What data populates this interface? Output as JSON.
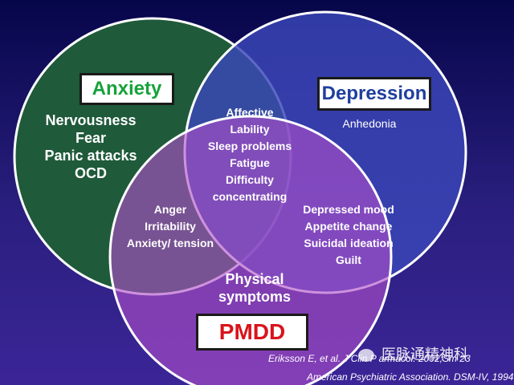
{
  "sets": {
    "anxiety": {
      "title": "Anxiety",
      "title_color": "#16a23a",
      "fill": "#1f5a3a",
      "items": [
        "Nervousness",
        "Fear",
        "Panic attacks",
        "OCD"
      ]
    },
    "depression": {
      "title": "Depression",
      "title_color": "#1f3f9e",
      "fill": "#3a47b8",
      "items": [
        "Anhedonia"
      ]
    },
    "pmdd": {
      "title": "PMDD",
      "title_color": "#d8141c",
      "fill": "#b04fc9",
      "items": [
        "Physical",
        "symptoms"
      ]
    }
  },
  "overlaps": {
    "anxiety_pmdd": [
      "Anger",
      "Irritability",
      "Anxiety/ tension"
    ],
    "depression_pmdd": [
      "Depressed mood",
      "Appetite change",
      "Suicidal ideation",
      "Guilt"
    ],
    "all_three": [
      "Affective",
      "Lability",
      "Sleep problems",
      "Fatigue",
      "Difficulty",
      "concentrating"
    ]
  },
  "references": {
    "line1": "Eriksson E, et al. J Clin P    armacol. 2002;Sm 23",
    "line2": "American Psychiatric Association. DSM-IV, 1994."
  },
  "watermark": {
    "text": "医脉通精神科"
  }
}
